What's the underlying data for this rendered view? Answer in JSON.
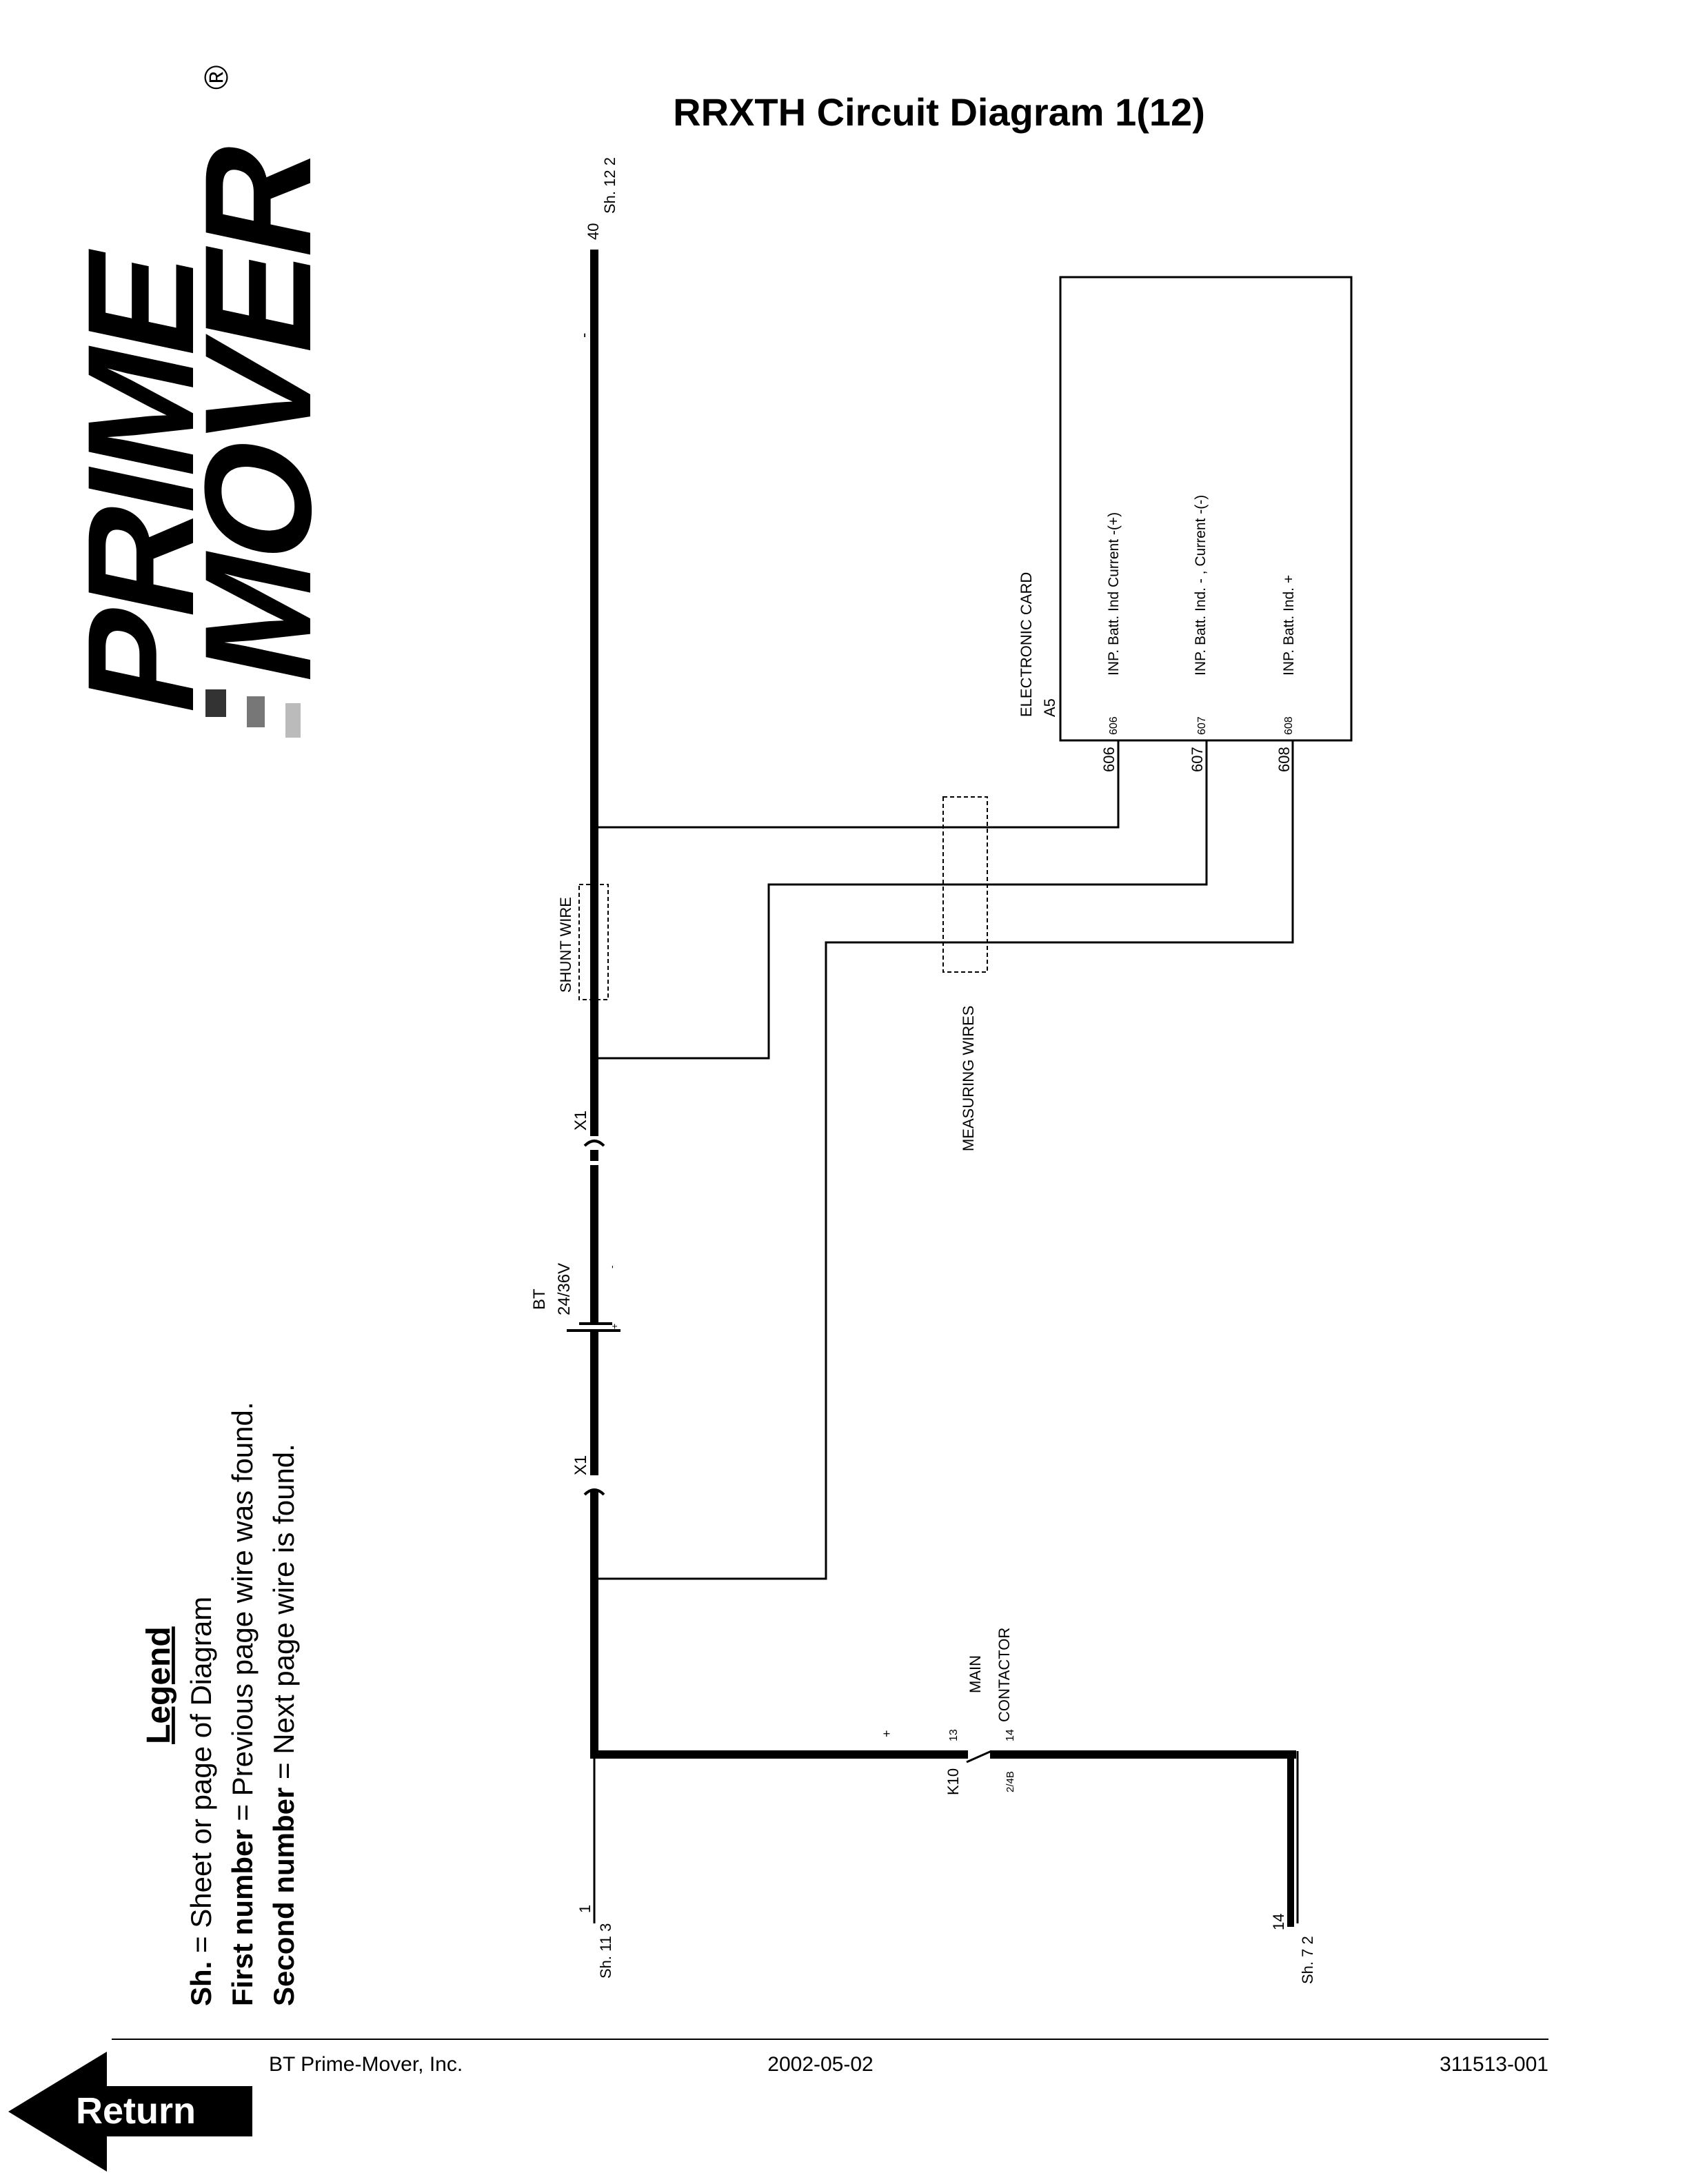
{
  "title": "RRXTH Circuit Diagram 1(12)",
  "logo": {
    "line1": "PRIME",
    "line2": "MOVER",
    "registered": "®"
  },
  "legend": {
    "heading": "Legend",
    "lines": [
      {
        "bold": "Sh.",
        "text": " = Sheet or page of Diagram"
      },
      {
        "bold": "First number",
        "text": " = Previous page wire was found."
      },
      {
        "bold": "Second number",
        "text": " = Next page wire is found."
      }
    ]
  },
  "diagram": {
    "top_ref": {
      "sheet": "Sh. 12 2",
      "wire": "40",
      "polarity": "-"
    },
    "bottom_left_ref": {
      "sheet": "Sh. 11 3",
      "wire": "1"
    },
    "bottom_right_ref": {
      "sheet": "Sh. 7 2",
      "wire": "14"
    },
    "shunt_wire": "SHUNT WIRE",
    "measuring_wires": "MEASURING WIRES",
    "connector_upper": "X1",
    "connector_lower": "X1",
    "battery": {
      "name": "BT",
      "voltage": "24/36V",
      "plus": "+",
      "minus": "-"
    },
    "contactor": {
      "name": "MAIN",
      "name2": "CONTACTOR",
      "id": "K10",
      "pin_in": "13",
      "pin_out": "14",
      "ref": "2/4B",
      "plus": "+"
    },
    "card": {
      "name": "ELECTRONIC CARD",
      "id": "A5",
      "pins": [
        {
          "pin": "606",
          "wire": "606",
          "label": "INP. Batt. Ind Current -(+)"
        },
        {
          "pin": "607",
          "wire": "607",
          "label": "INP. Batt. Ind. - , Current -(-)"
        },
        {
          "pin": "608",
          "wire": "608",
          "label": "INP. Batt. Ind. +"
        }
      ]
    }
  },
  "footer": {
    "company": "BT Prime-Mover, Inc.",
    "date": "2002-05-02",
    "doc_number": "311513-001"
  },
  "return_button": "Return"
}
